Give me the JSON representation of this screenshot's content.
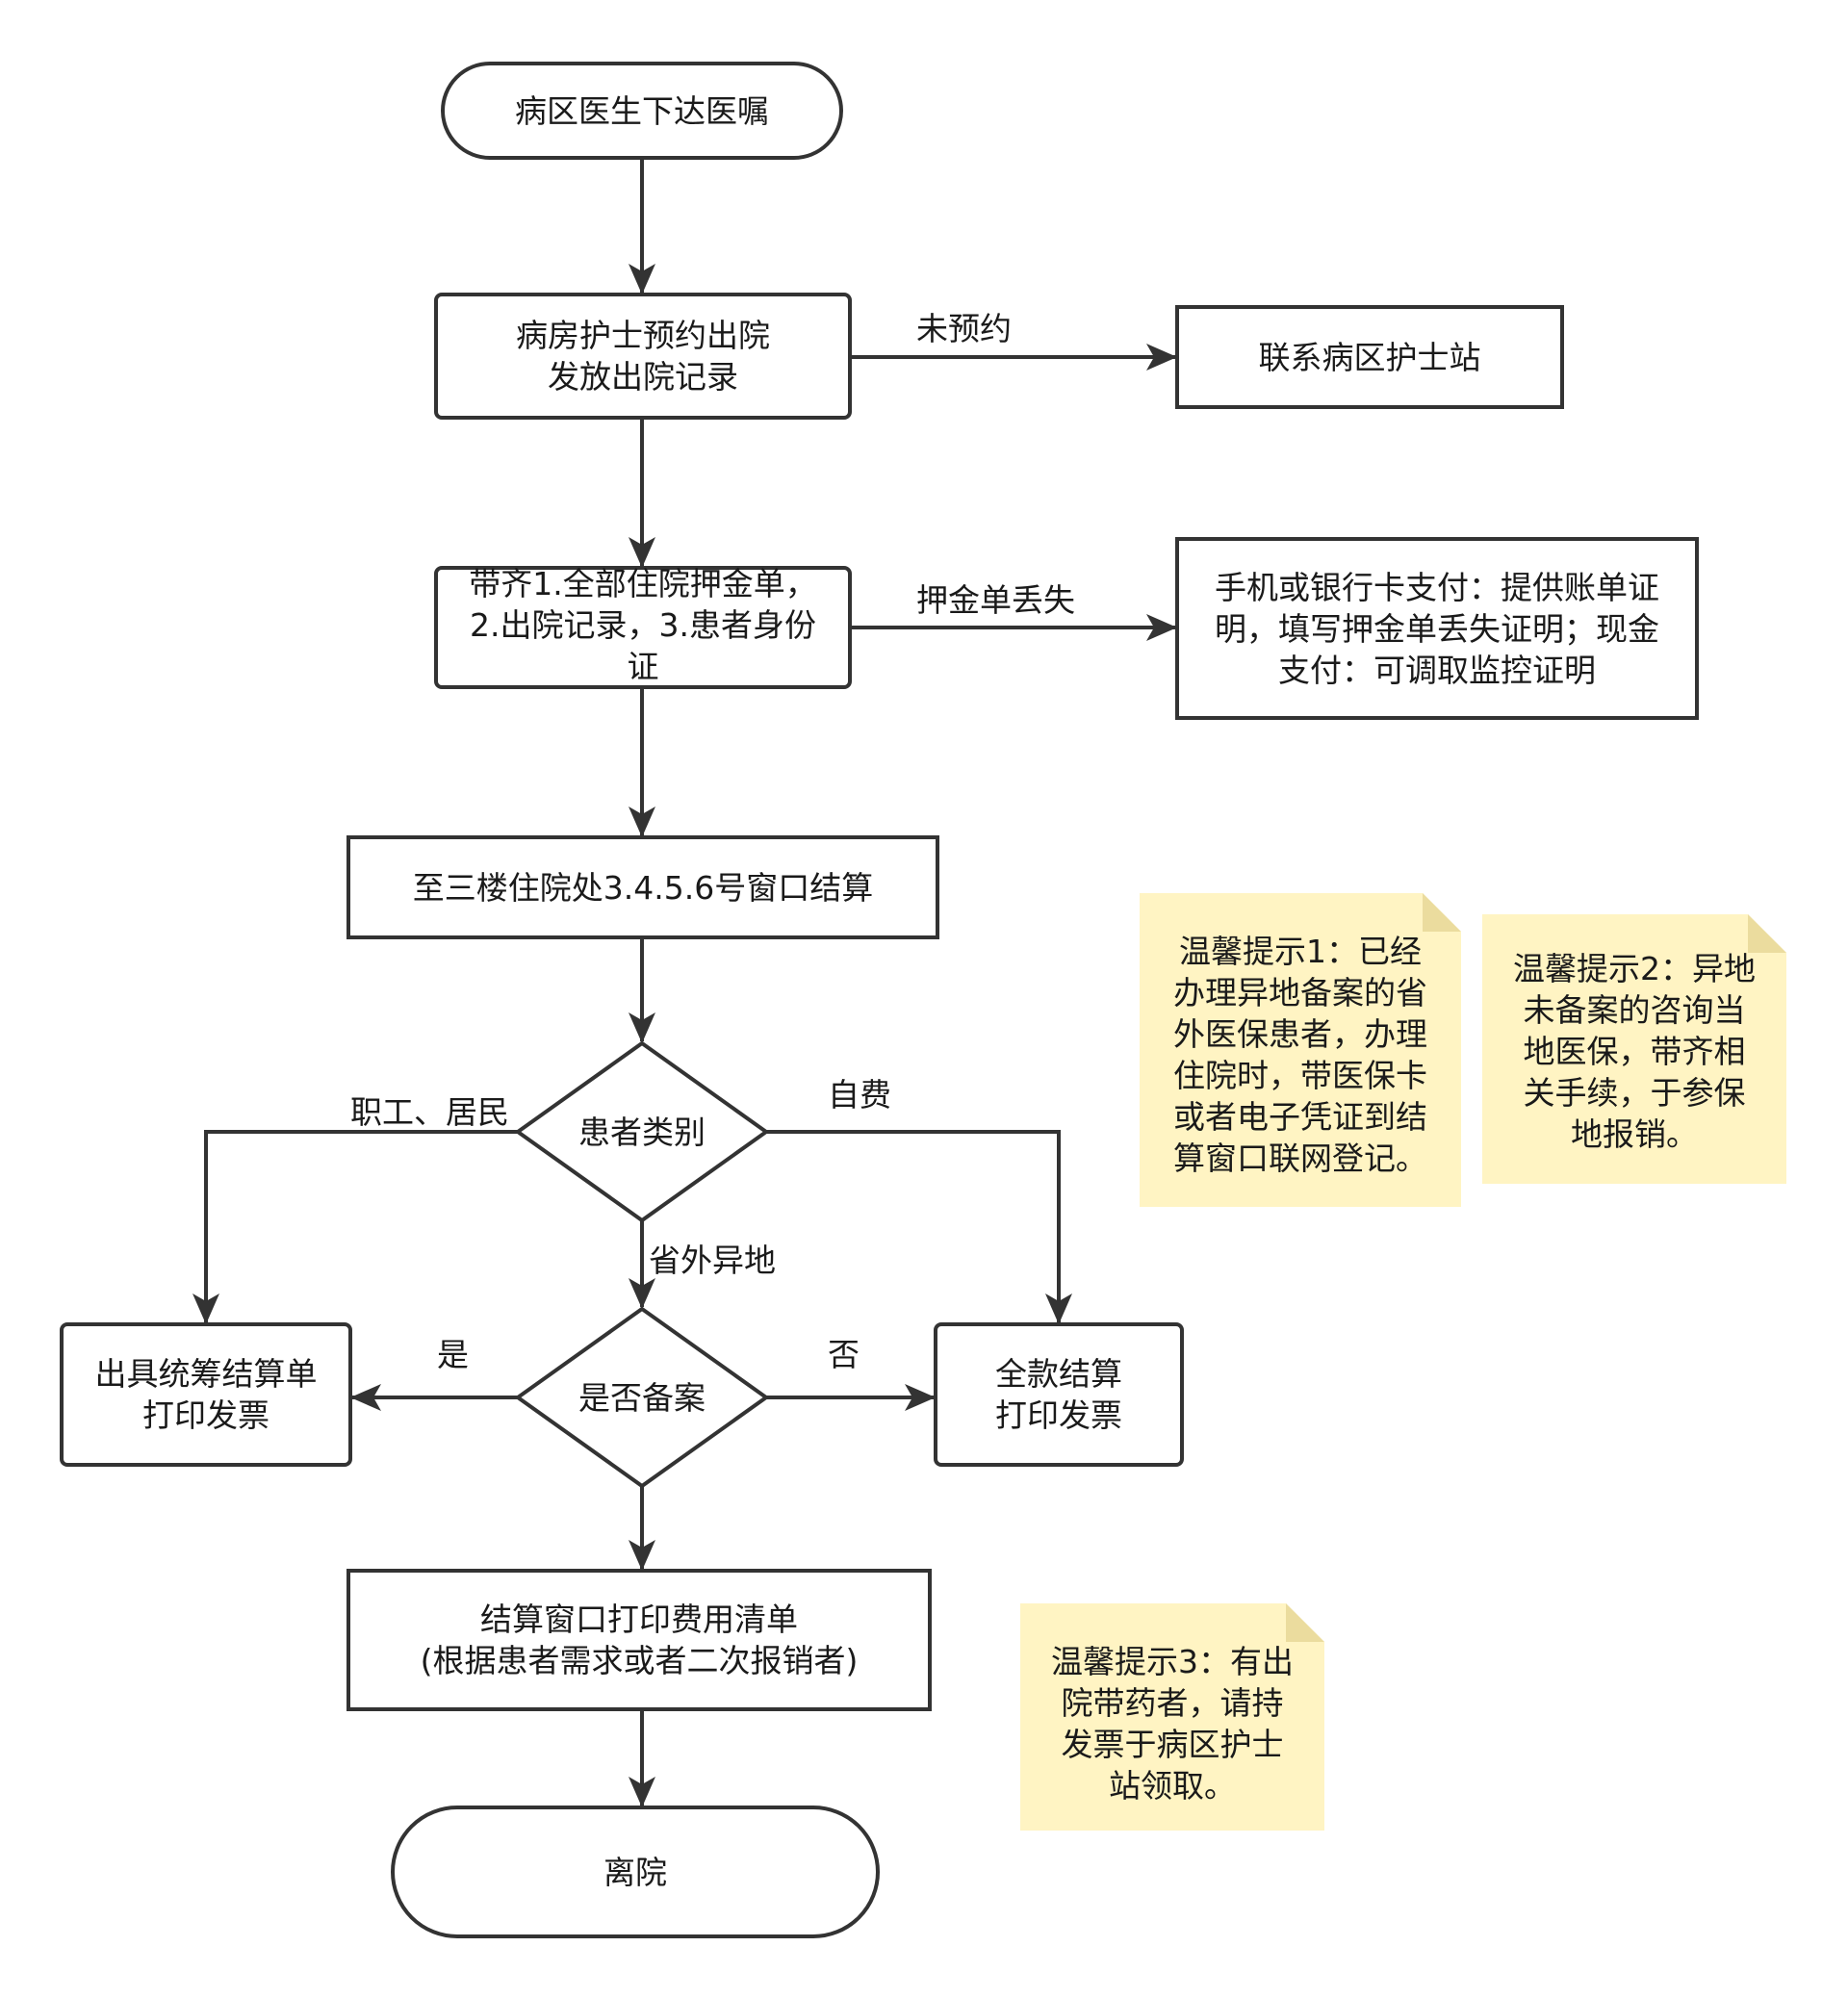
{
  "colors": {
    "stroke": "#333333",
    "node_fill": "#ffffff",
    "note_fill": "#fff4c3",
    "note_fold": "#ebdc9e",
    "text": "#1a1a1a"
  },
  "nodes": {
    "start": {
      "lines": [
        "病区医生下达医嘱"
      ]
    },
    "nurse_book": {
      "lines": [
        "病房护士预约出院",
        "发放出院记录"
      ]
    },
    "contact_station": {
      "lines": [
        "联系病区护士站"
      ]
    },
    "bring_docs": {
      "lines": [
        "带齐1.全部住院押金单，",
        "2.出院记录，3.患者身份",
        "证"
      ]
    },
    "deposit_lost": {
      "lines": [
        "手机或银行卡支付：提供账单证",
        "明，填写押金单丢失证明；现金",
        "支付：可调取监控证明"
      ]
    },
    "settle_window": {
      "lines": [
        "至三楼住院处3.4.5.6号窗口结算"
      ]
    },
    "patient_type": {
      "lines": [
        "患者类别"
      ]
    },
    "is_filed": {
      "lines": [
        "是否备案"
      ]
    },
    "pooled_settlement": {
      "lines": [
        "出具统筹结算单",
        "打印发票"
      ]
    },
    "full_settlement": {
      "lines": [
        "全款结算",
        "打印发票"
      ]
    },
    "fee_list": {
      "lines": [
        "结算窗口打印费用清单",
        "(根据患者需求或者二次报销者)"
      ]
    },
    "discharge": {
      "lines": [
        "离院"
      ]
    }
  },
  "edge_labels": {
    "not_booked": "未预约",
    "deposit_lost": "押金单丢失",
    "worker_resident": "职工、居民",
    "self_pay": "自费",
    "out_of_province": "省外异地",
    "yes": "是",
    "no": "否"
  },
  "notes": {
    "note1": {
      "lines": [
        "温馨提示1：已经",
        "办理异地备案的省",
        "外医保患者，办理",
        "住院时，带医保卡",
        "或者电子凭证到结",
        "算窗口联网登记。"
      ]
    },
    "note2": {
      "lines": [
        "温馨提示2：异地",
        "未备案的咨询当",
        "地医保，带齐相",
        "关手续，于参保",
        "地报销。"
      ]
    },
    "note3": {
      "lines": [
        "温馨提示3：有出",
        "院带药者，请持",
        "发票于病区护士",
        "站领取。"
      ]
    }
  }
}
